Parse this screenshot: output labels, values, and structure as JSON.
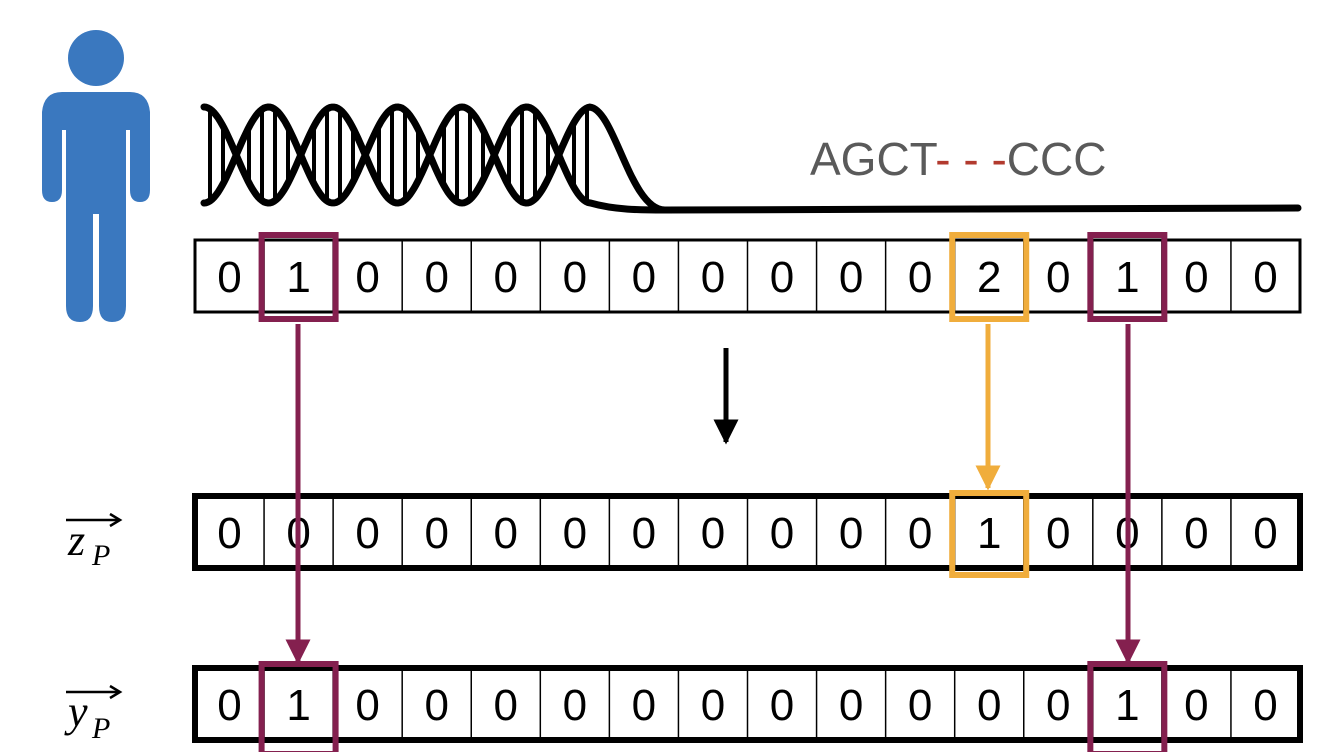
{
  "sequence": {
    "prefix": "AGCT",
    "dashes": "- - -",
    "suffix": "CCC"
  },
  "rows": {
    "genotype": [
      "0",
      "1",
      "0",
      "0",
      "0",
      "0",
      "0",
      "0",
      "0",
      "0",
      "0",
      "2",
      "0",
      "1",
      "0",
      "0"
    ],
    "z": [
      "0",
      "0",
      "0",
      "0",
      "0",
      "0",
      "0",
      "0",
      "0",
      "0",
      "0",
      "1",
      "0",
      "0",
      "0",
      "0"
    ],
    "y": [
      "0",
      "1",
      "0",
      "0",
      "0",
      "0",
      "0",
      "0",
      "0",
      "0",
      "0",
      "0",
      "0",
      "1",
      "0",
      "0"
    ]
  },
  "labels": {
    "z_main": "z",
    "z_sub": "P",
    "y_main": "y",
    "y_sub": "P"
  },
  "highlights": {
    "purple_indices": [
      1,
      13
    ],
    "orange_indices": [
      11
    ]
  },
  "colors": {
    "person": "#3a78bf",
    "purple": "#84204f",
    "orange": "#f0ad3c",
    "dash_red": "#b23a2e",
    "sequence_gray": "#5a5a5a"
  },
  "icons": {
    "person": "person-icon",
    "dna": "dna-helix-icon"
  }
}
